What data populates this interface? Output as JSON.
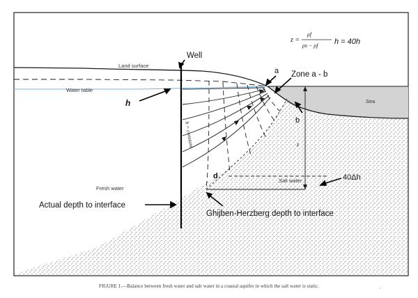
{
  "equation": {
    "lhs": "z =",
    "numerator": "ρf",
    "denominator": "ρs − ρf",
    "rhs": "h = 40h"
  },
  "labels": {
    "well": "Well",
    "land_surface": "Land surface",
    "water_table": "Water table",
    "h": "h",
    "a": "a",
    "zone": "Zone a - b",
    "sea": "Sea",
    "b": "b",
    "h_constant": "h = constant",
    "z": "z",
    "d": "d",
    "delta_h": "40Δh",
    "salt_water": "Salt water",
    "fresh_water": "Fresh water",
    "actual_depth": "Actual depth to interface",
    "ghijben_depth": "Ghijben-Herzberg depth to interface"
  },
  "caption": "FIGURE 1.—Balance between fresh water and salt water in a coastal aquifer in which the salt water is static.",
  "colors": {
    "line": "#1a1a1a",
    "water_table": "#7fb2d8",
    "sea": "#d6d6d6",
    "stipple": "#333333"
  }
}
